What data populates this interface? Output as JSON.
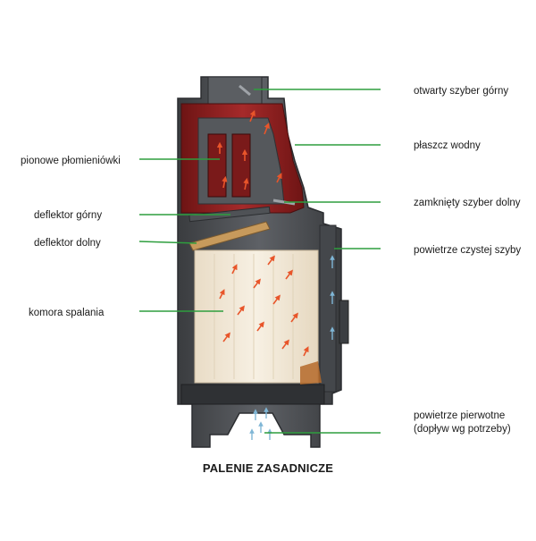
{
  "labels": {
    "otwarty_szyber_gorny": "otwarty szyber górny",
    "plaszcz_wodny": "płaszcz wodny",
    "zamkniety_szyber_dolny": "zamknięty szyber dolny",
    "powietrze_czystej_szyby": "powietrze czystej szyby",
    "powietrze_pierwotne_1": "powietrze pierwotne",
    "powietrze_pierwotne_2": "(dopływ wg potrzeby)",
    "pionowe_plomieniowki": "pionowe płomieniówki",
    "deflektor_gorny": "deflektor górny",
    "deflektor_dolny": "deflektor dolny",
    "komora_spalania": "komora spalania"
  },
  "caption": "PALENIE ZASADNICZE",
  "colors": {
    "leader_line": "#2e9e3e",
    "water_jacket": "#8c1f1f",
    "steel": "#4a4d50",
    "chamber_lining": "#efe6d6",
    "deflector": "#c79a5c",
    "flame_arrow": "#e8552a",
    "air_arrow": "#7fb6d6"
  }
}
